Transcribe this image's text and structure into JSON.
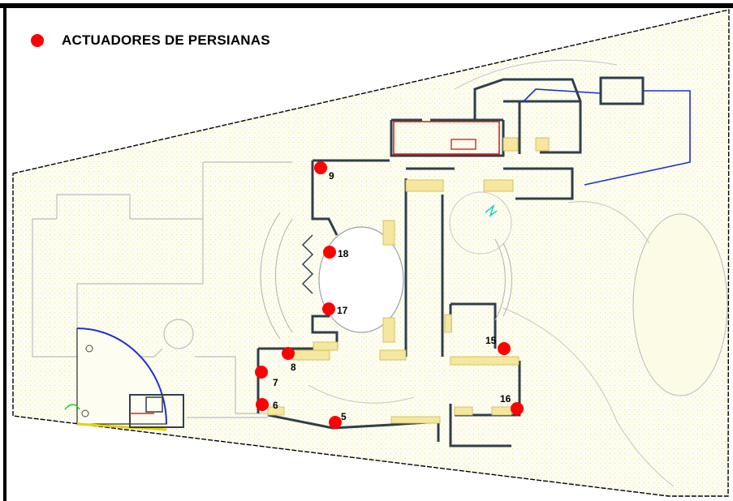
{
  "legend": {
    "label": "ACTUADORES DE PERSIANAS",
    "color": "#ff0000"
  },
  "actuators": [
    {
      "id": "9"
    },
    {
      "id": "18"
    },
    {
      "id": "17"
    },
    {
      "id": "15"
    },
    {
      "id": "8"
    },
    {
      "id": "7"
    },
    {
      "id": "6"
    },
    {
      "id": "5"
    },
    {
      "id": "16"
    }
  ],
  "colors": {
    "wall": "#2f3f4a",
    "yellow": "#f5e6a0",
    "blue": "#1f2fcf",
    "red": "#e02020",
    "ground": "#fbfbe8"
  }
}
